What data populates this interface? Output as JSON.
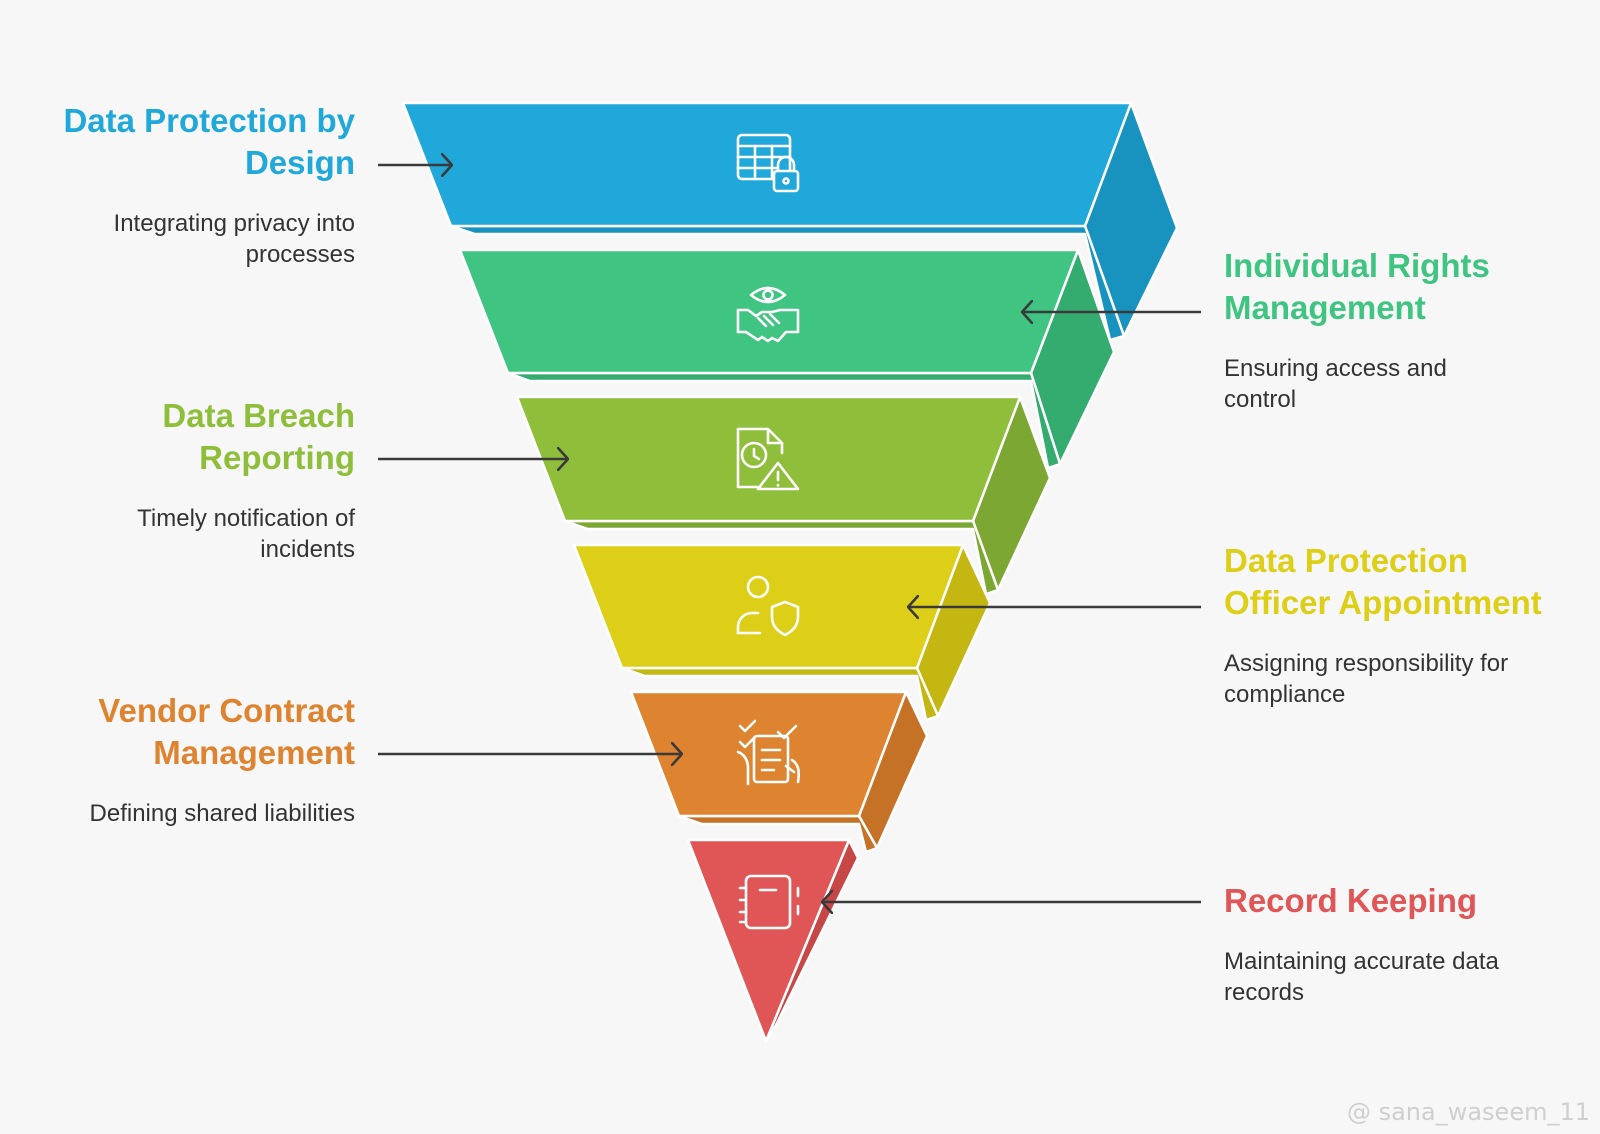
{
  "diagram": {
    "stages": [
      {
        "title": "Data Protection by Design",
        "description": "Integrating privacy into processes",
        "icon": "table-lock-icon",
        "color": "#1fa8d9",
        "side_color": "#1893c0",
        "side": "left"
      },
      {
        "title": "Individual Rights Management",
        "description": "Ensuring access and control",
        "icon": "eye-handshake-icon",
        "color": "#3fc481",
        "side_color": "#34ab6f",
        "side": "right"
      },
      {
        "title": "Data Breach Reporting",
        "description": "Timely notification of incidents",
        "icon": "document-clock-warning-icon",
        "color": "#8fbe3b",
        "side_color": "#7ca732",
        "side": "left"
      },
      {
        "title": "Data Protection Officer Appointment",
        "description": "Assigning responsibility for compliance",
        "icon": "person-shield-icon",
        "color": "#ddcf17",
        "side_color": "#c4b711",
        "side": "right"
      },
      {
        "title": "Vendor Contract Management",
        "description": "Defining shared liabilities",
        "icon": "contract-checklist-hand-icon",
        "color": "#de8430",
        "side_color": "#c57227",
        "side": "left"
      },
      {
        "title": "Record Keeping",
        "description": "Maintaining accurate data records",
        "icon": "notebook-icon",
        "color": "#e05555",
        "side_color": "#c74646",
        "side": "right"
      }
    ]
  },
  "watermark": "@ sana_waseem_11"
}
